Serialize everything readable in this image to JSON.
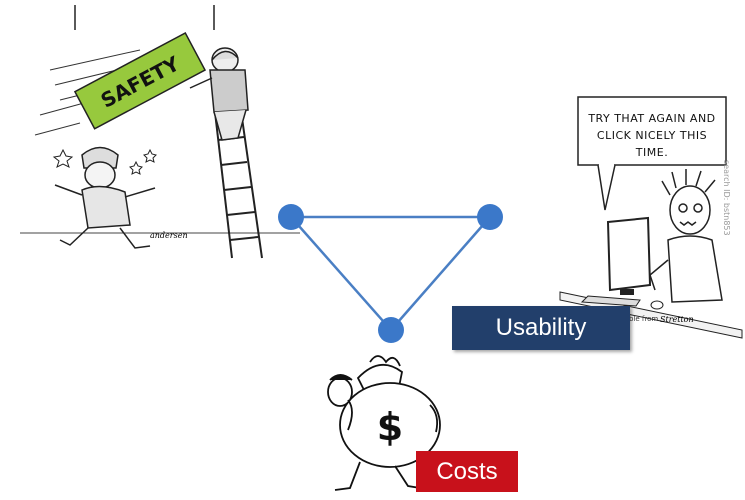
{
  "diagram": {
    "nodes": [
      {
        "id": "left",
        "label": ""
      },
      {
        "id": "right",
        "label": ""
      },
      {
        "id": "bottom",
        "label": ""
      }
    ],
    "edges": [
      [
        "left",
        "right"
      ],
      [
        "right",
        "bottom"
      ],
      [
        "bottom",
        "left"
      ]
    ],
    "node_color": "#3b78c9",
    "edge_color": "#4a7fc4"
  },
  "labels": {
    "usability": "Usability",
    "costs": "Costs"
  },
  "cartoons": {
    "safety": {
      "sign_text": "SAFETY",
      "sign_color": "#97c93d"
    },
    "usability": {
      "speech": "TRY THAT AGAIN AND CLICK NICELY THIS TIME.",
      "side_text": "search ID: bstn853",
      "caption_fragment": "ble from",
      "signature": "Stretton"
    },
    "costs": {
      "bag_symbol": "$"
    }
  },
  "colors": {
    "usability_box": "#223f6b",
    "costs_box": "#c8111b"
  }
}
